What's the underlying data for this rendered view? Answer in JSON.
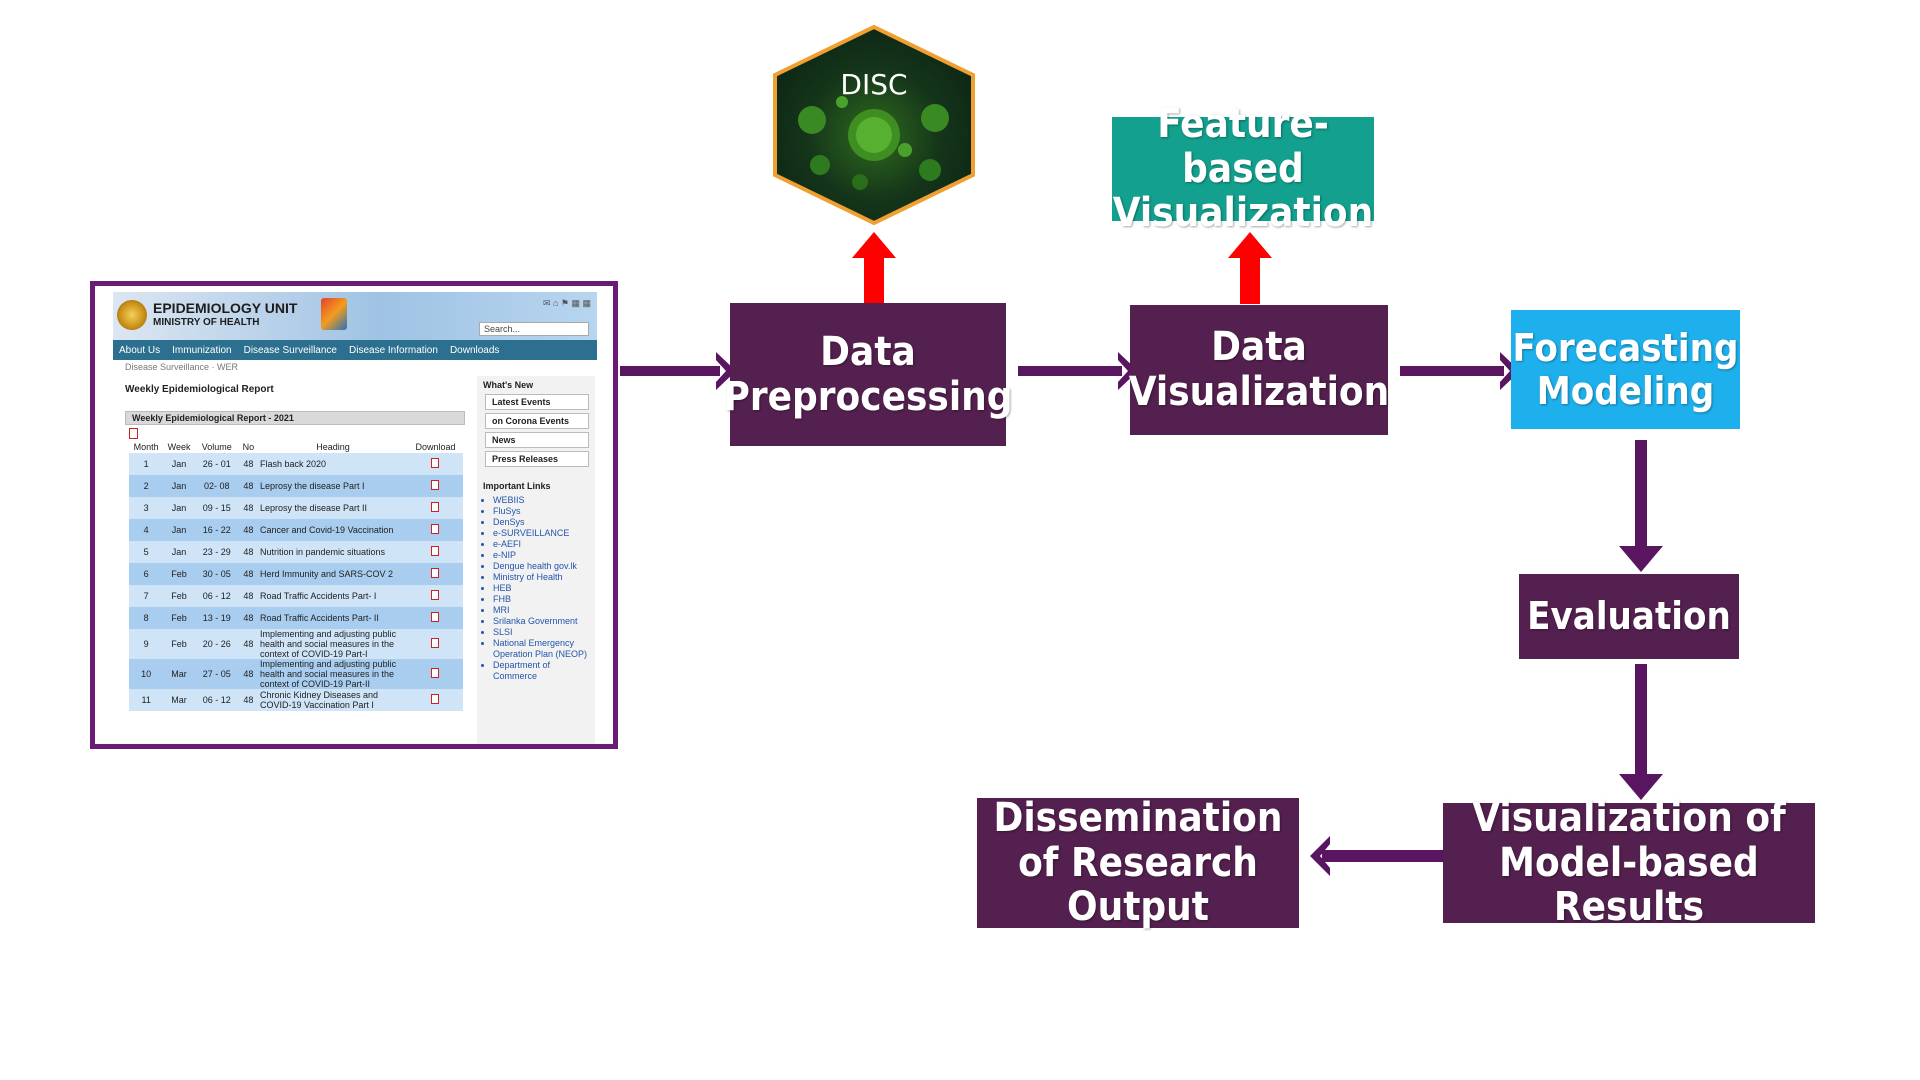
{
  "screenshot": {
    "unit_title": "EPIDEMIOLOGY UNIT",
    "ministry": "MINISTRY OF HEALTH",
    "search_placeholder": "Search...",
    "nav": [
      "About Us",
      "Immunization",
      "Disease Surveillance",
      "Disease Information",
      "Downloads"
    ],
    "breadcrumb": "Disease Surveillance · WER",
    "section_title": "Weekly Epidemiological Report",
    "report_bar": "Weekly Epidemiological Report - 2021",
    "columns": [
      "Month",
      "Week",
      "Volume",
      "No",
      "Heading",
      "Download"
    ],
    "rows": [
      {
        "no": "1",
        "month": "Jan",
        "week": "26 - 01",
        "vol": "48",
        "heading": "Flash back 2020"
      },
      {
        "no": "2",
        "month": "Jan",
        "week": "02- 08",
        "vol": "48",
        "heading": "Leprosy the disease Part I"
      },
      {
        "no": "3",
        "month": "Jan",
        "week": "09 - 15",
        "vol": "48",
        "heading": "Leprosy the disease Part II"
      },
      {
        "no": "4",
        "month": "Jan",
        "week": "16 - 22",
        "vol": "48",
        "heading": "Cancer and Covid-19 Vaccination"
      },
      {
        "no": "5",
        "month": "Jan",
        "week": "23 - 29",
        "vol": "48",
        "heading": "Nutrition in pandemic situations"
      },
      {
        "no": "6",
        "month": "Feb",
        "week": "30 - 05",
        "vol": "48",
        "heading": "Herd Immunity and SARS-COV 2"
      },
      {
        "no": "7",
        "month": "Feb",
        "week": "06 - 12",
        "vol": "48",
        "heading": "Road Traffic Accidents Part- I"
      },
      {
        "no": "8",
        "month": "Feb",
        "week": "13 - 19",
        "vol": "48",
        "heading": "Road Traffic Accidents Part- II"
      },
      {
        "no": "9",
        "month": "Feb",
        "week": "20 - 26",
        "vol": "48",
        "heading": "Implementing and adjusting public health and social measures in the context of COVID-19 Part-I"
      },
      {
        "no": "10",
        "month": "Mar",
        "week": "27 - 05",
        "vol": "48",
        "heading": "Implementing and adjusting public health and social measures in the context of COVID-19 Part-II"
      },
      {
        "no": "11",
        "month": "Mar",
        "week": "06 - 12",
        "vol": "48",
        "heading": "Chronic Kidney Diseases and COVID-19 Vaccination Part I"
      }
    ],
    "whats_new_title": "What's New",
    "whats_new": [
      "Latest Events",
      "on Corona Events",
      "News",
      "Press Releases"
    ],
    "links_title": "Important Links",
    "links": [
      "WEBIIS",
      "FluSys",
      "DenSys",
      "e-SURVEILLANCE",
      "e-AEFI",
      "e-NIP",
      "Dengue health gov.lk",
      "Ministry of Health",
      "HEB",
      "FHB",
      "MRI",
      "Srilanka Government",
      "SLSI",
      "National Emergency Operation Plan (NEOP)",
      "Department of Commerce"
    ]
  },
  "disc_label": "DISC",
  "steps": {
    "preprocessing": "Data Preprocessing",
    "visualization": "Data Visualization",
    "feature_viz": "Feature-based Visualization",
    "forecasting": "Forecasting Modeling",
    "evaluation": "Evaluation",
    "model_viz": "Visualization of Model-based Results",
    "dissemination": "Dissemination of Research Output"
  },
  "colors": {
    "step_purple": "#54204f",
    "arrow_purple": "#5a1560",
    "arrow_red": "#ff0000",
    "teal": "#13a08e",
    "blue": "#1eb0ec",
    "hex_border": "#f0a030"
  }
}
